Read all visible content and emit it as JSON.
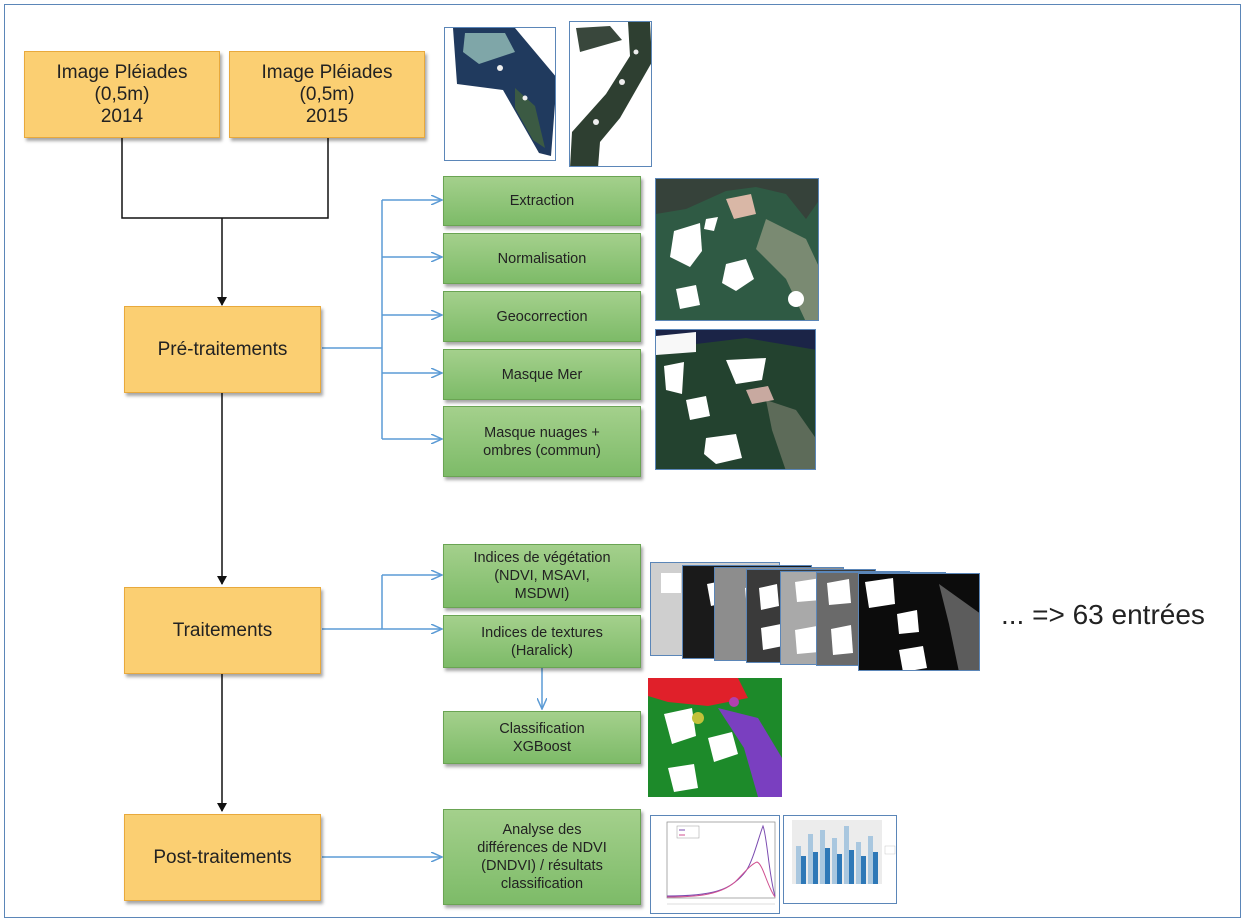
{
  "inputs": [
    {
      "line1": "Image Pléiades",
      "line2": "(0,5m)",
      "line3": "2014"
    },
    {
      "line1": "Image Pléiades",
      "line2": "(0,5m)",
      "line3": "2015"
    }
  ],
  "stages": {
    "pre": "Pré-traitements",
    "treat": "Traitements",
    "post": "Post-traitements"
  },
  "steps": {
    "extraction": "Extraction",
    "normalisation": "Normalisation",
    "geocorrection": "Geocorrection",
    "masque_mer": "Masque Mer",
    "masque_nuages": "Masque nuages +\nombres (commun)",
    "indices_vegetation": "Indices de végétation\n(NDVI, MSAVI,\nMSDWI)",
    "indices_textures": "Indices de textures\n(Haralick)",
    "classification": "Classification\nXGBoost",
    "analyse": "Analyse des\ndifférences de NDVI\n(DNDVI) / résultats\nclassification"
  },
  "result_text": "... => 63 entrées",
  "colors": {
    "stage_fill": "#fbcf72",
    "step_fill": "#8ec47a",
    "connector_blue": "#5b9bd5",
    "connector_black": "#111111",
    "frame": "#5b86b8"
  }
}
